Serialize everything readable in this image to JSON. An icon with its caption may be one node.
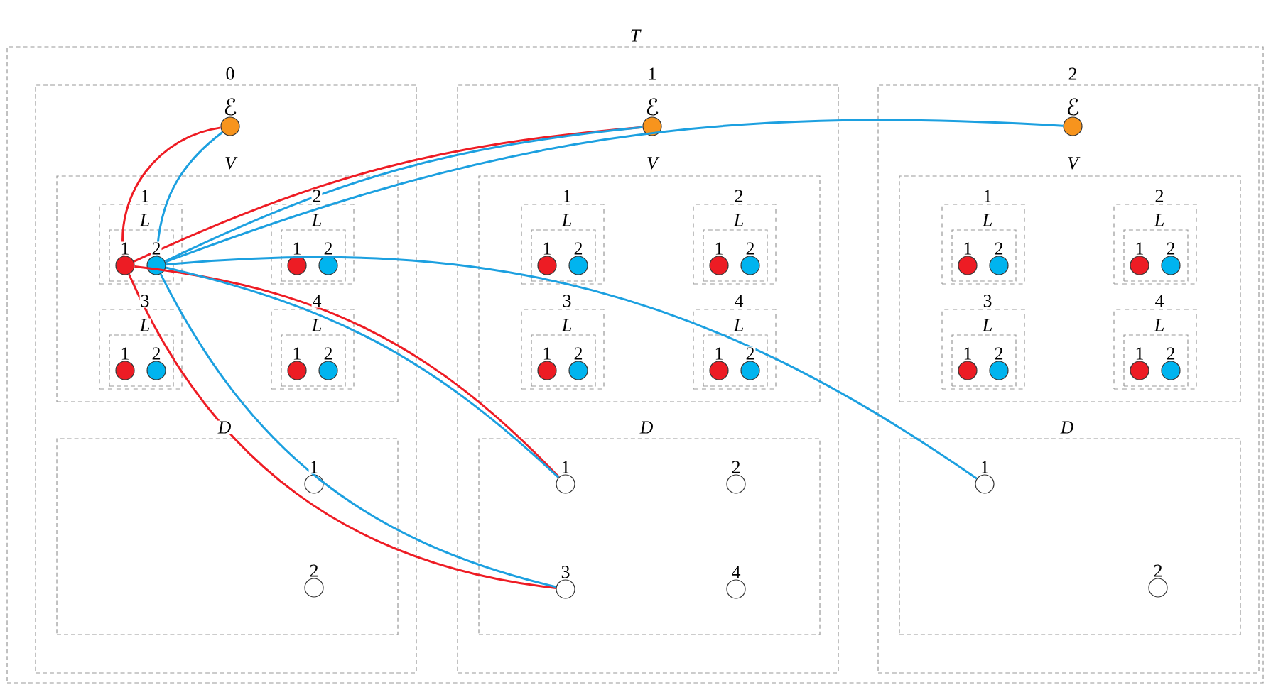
{
  "diagram": {
    "nodes": [
      {
        "text": [
          "T"
        ]
      },
      {
        "text": [
          "0"
        ],
        "in": 0
      },
      {
        "text": [
          "ℰ"
        ],
        "in": 1
      },
      {
        "text": [
          "V"
        ],
        "in": 1
      },
      {
        "text": [
          "1"
        ],
        "in": 3
      },
      {
        "text": [
          "L"
        ],
        "in": 4
      },
      {
        "text": [
          "1"
        ],
        "in": 5
      },
      {
        "text": [
          "2"
        ],
        "in": 5
      },
      {
        "text": [
          "2"
        ],
        "in": 3
      },
      {
        "text": [
          "L"
        ],
        "in": 8
      },
      {
        "text": [
          "1"
        ],
        "in": 9
      },
      {
        "text": [
          "2"
        ],
        "in": 9
      },
      {
        "text": [
          "3"
        ],
        "in": 3
      },
      {
        "text": [
          "L"
        ],
        "in": 12
      },
      {
        "text": [
          "1"
        ],
        "in": 13
      },
      {
        "text": [
          "2"
        ],
        "in": 13
      },
      {
        "text": [
          "4"
        ],
        "in": 3
      },
      {
        "text": [
          "L"
        ],
        "in": 16
      },
      {
        "text": [
          "1"
        ],
        "in": 17
      },
      {
        "text": [
          "2"
        ],
        "in": 17
      },
      {
        "text": [
          "D"
        ],
        "in": 1
      },
      {
        "text": [
          "1"
        ],
        "in": 20
      },
      {
        "text": [
          "2"
        ],
        "in": 20
      },
      {
        "text": [
          "1"
        ],
        "in": 0
      },
      {
        "text": [
          "ℰ"
        ],
        "in": 23
      },
      {
        "text": [
          "V"
        ],
        "in": 23
      },
      {
        "text": [
          "1"
        ],
        "in": 25
      },
      {
        "text": [
          "L"
        ],
        "in": 26
      },
      {
        "text": [
          "1"
        ],
        "in": 27
      },
      {
        "text": [
          "2"
        ],
        "in": 27
      },
      {
        "text": [
          "2"
        ],
        "in": 25
      },
      {
        "text": [
          "L"
        ],
        "in": 30
      },
      {
        "text": [
          "1"
        ],
        "in": 31
      },
      {
        "text": [
          "2"
        ],
        "in": 31
      },
      {
        "text": [
          "3"
        ],
        "in": 25
      },
      {
        "text": [
          "L"
        ],
        "in": 34
      },
      {
        "text": [
          "1"
        ],
        "in": 35
      },
      {
        "text": [
          "2"
        ],
        "in": 35
      },
      {
        "text": [
          "4"
        ],
        "in": 25
      },
      {
        "text": [
          "L"
        ],
        "in": 38
      },
      {
        "text": [
          "1"
        ],
        "in": 39
      },
      {
        "text": [
          "2"
        ],
        "in": 39
      },
      {
        "text": [
          "D"
        ],
        "in": 23
      },
      {
        "text": [
          "1"
        ],
        "in": 42
      },
      {
        "text": [
          "2"
        ],
        "in": 42
      },
      {
        "text": [
          "3"
        ],
        "in": 42
      },
      {
        "text": [
          "4"
        ],
        "in": 42
      },
      {
        "text": [
          "2"
        ],
        "in": 0
      },
      {
        "text": [
          "ℰ"
        ],
        "in": 47
      },
      {
        "text": [
          "V"
        ],
        "in": 47
      },
      {
        "text": [
          "1"
        ],
        "in": 49
      },
      {
        "text": [
          "L"
        ],
        "in": 50
      },
      {
        "text": [
          "1"
        ],
        "in": 51
      },
      {
        "text": [
          "2"
        ],
        "in": 51
      },
      {
        "text": [
          "2"
        ],
        "in": 49
      },
      {
        "text": [
          "L"
        ],
        "in": 54
      },
      {
        "text": [
          "1"
        ],
        "in": 55
      },
      {
        "text": [
          "2"
        ],
        "in": 55
      },
      {
        "text": [
          "3"
        ],
        "in": 49
      },
      {
        "text": [
          "L"
        ],
        "in": 58
      },
      {
        "text": [
          "1"
        ],
        "in": 59
      },
      {
        "text": [
          "2"
        ],
        "in": 59
      },
      {
        "text": [
          "4"
        ],
        "in": 49
      },
      {
        "text": [
          "L"
        ],
        "in": 62
      },
      {
        "text": [
          "1"
        ],
        "in": 63
      },
      {
        "text": [
          "2"
        ],
        "in": 63
      },
      {
        "text": [
          "D"
        ],
        "in": 47
      },
      {
        "text": [
          "1"
        ],
        "in": 66
      },
      {
        "text": [
          "2"
        ],
        "in": 66
      }
    ],
    "edges": [
      {
        "from": 6,
        "to": 2,
        "arrow": "none",
        "color": "#ee1c24"
      },
      {
        "from": 6,
        "to": 24,
        "arrow": "none",
        "color": "#ee1c24"
      },
      {
        "from": 6,
        "to": 43,
        "arrow": "none",
        "color": "#ee1c24"
      },
      {
        "from": 6,
        "to": 45,
        "arrow": "none",
        "color": "#ee1c24"
      },
      {
        "from": 7,
        "to": 2,
        "arrow": "none"
      },
      {
        "from": 7,
        "to": 24,
        "arrow": "none"
      },
      {
        "from": 7,
        "to": 48,
        "arrow": "none"
      },
      {
        "from": 7,
        "to": 43,
        "arrow": "none"
      },
      {
        "from": 7,
        "to": 45,
        "arrow": "none"
      },
      {
        "from": 7,
        "to": 67,
        "arrow": "none"
      }
    ]
  }
}
